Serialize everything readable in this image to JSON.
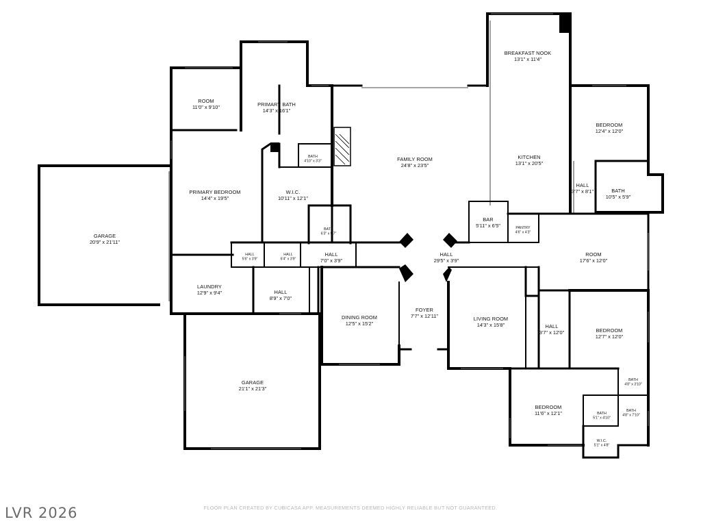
{
  "rooms": [
    {
      "id": "breakfast-nook",
      "name": "BREAKFAST NOOK",
      "dims": "13'1\" x 11'4\""
    },
    {
      "id": "room-1",
      "name": "ROOM",
      "dims": "11'0\" x 9'10\""
    },
    {
      "id": "primary-bath",
      "name": "PRIMARY BATH",
      "dims": "14'3\" x 16'1\""
    },
    {
      "id": "bedroom-1",
      "name": "BEDROOM",
      "dims": "12'4\" x 12'0\""
    },
    {
      "id": "family-room",
      "name": "FAMILY ROOM",
      "dims": "24'8\" x 23'5\""
    },
    {
      "id": "kitchen",
      "name": "KITCHEN",
      "dims": "13'1\" x 20'5\""
    },
    {
      "id": "bath-small-1",
      "name": "BATH",
      "dims": "4'10\" x 3'3\""
    },
    {
      "id": "hall-1",
      "name": "HALL",
      "dims": "3'7\" x 8'1\""
    },
    {
      "id": "bath-1",
      "name": "BATH",
      "dims": "10'5\" x 5'9\""
    },
    {
      "id": "primary-bedroom",
      "name": "PRIMARY BEDROOM",
      "dims": "14'4\" x 19'5\""
    },
    {
      "id": "wic-1",
      "name": "W.I.C.",
      "dims": "10'11\" x 12'1\""
    },
    {
      "id": "garage-1",
      "name": "GARAGE",
      "dims": "20'9\" x 21'11\""
    },
    {
      "id": "bath-2",
      "name": "BATH",
      "dims": "6'3\" x 5'7\""
    },
    {
      "id": "bar",
      "name": "BAR",
      "dims": "5'11\" x 6'5\""
    },
    {
      "id": "pantry",
      "name": "PANTRY",
      "dims": "4'6\" x 4'3\""
    },
    {
      "id": "hall-2",
      "name": "HALL",
      "dims": "5'6\" x 3'9\""
    },
    {
      "id": "hall-3",
      "name": "HALL",
      "dims": "6'4\" x 3'9\""
    },
    {
      "id": "hall-4",
      "name": "HALL",
      "dims": "7'0\" x 3'9\""
    },
    {
      "id": "hall-5",
      "name": "HALL",
      "dims": "29'5\" x 3'9\""
    },
    {
      "id": "room-2",
      "name": "ROOM",
      "dims": "17'6\" x 12'0\""
    },
    {
      "id": "laundry",
      "name": "LAUNDRY",
      "dims": "12'9\" x 9'4\""
    },
    {
      "id": "hall-6",
      "name": "HALL",
      "dims": "8'9\" x 7'0\""
    },
    {
      "id": "dining-room",
      "name": "DINING ROOM",
      "dims": "12'5\" x 15'2\""
    },
    {
      "id": "foyer",
      "name": "FOYER",
      "dims": "7'7\" x 12'11\""
    },
    {
      "id": "living-room",
      "name": "LIVING ROOM",
      "dims": "14'3\" x 15'8\""
    },
    {
      "id": "hall-7",
      "name": "HALL",
      "dims": "3'7\" x 12'0\""
    },
    {
      "id": "bedroom-2",
      "name": "BEDROOM",
      "dims": "12'7\" x 12'0\""
    },
    {
      "id": "garage-2",
      "name": "GARAGE",
      "dims": "21'1\" x 21'3\""
    },
    {
      "id": "bath-3",
      "name": "BATH",
      "dims": "4'8\" x 3'10\""
    },
    {
      "id": "bedroom-3",
      "name": "BEDROOM",
      "dims": "11'6\" x 12'1\""
    },
    {
      "id": "bath-4",
      "name": "BATH",
      "dims": "5'1\" x 4'10\""
    },
    {
      "id": "bath-5",
      "name": "BATH",
      "dims": "4'8\" x 7'10\""
    },
    {
      "id": "wic-2",
      "name": "W.I.C.",
      "dims": "5'1\" x 4'8\""
    }
  ],
  "footer": "FLOOR PLAN CREATED BY CUBICASA APP. MEASUREMENTS DEEMED HIGHLY RELIABLE BUT NOT GUARANTEED.",
  "watermark": "LVR 2026",
  "colors": {
    "walls": "#000000",
    "footer": "#b7b7b7",
    "watermark": "#6b6b6b"
  }
}
